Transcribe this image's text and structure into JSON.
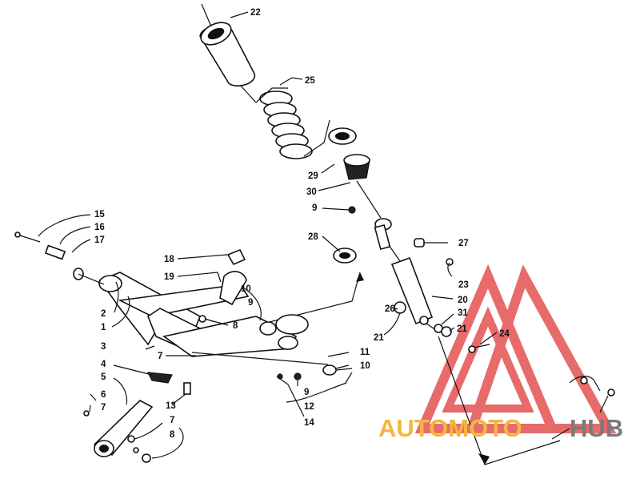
{
  "callouts": [
    {
      "id": "n22",
      "text": "22"
    },
    {
      "id": "n25",
      "text": "25"
    },
    {
      "id": "n29",
      "text": "29"
    },
    {
      "id": "n30",
      "text": "30"
    },
    {
      "id": "n9a",
      "text": "9"
    },
    {
      "id": "n28",
      "text": "28"
    },
    {
      "id": "n27",
      "text": "27"
    },
    {
      "id": "n23",
      "text": "23"
    },
    {
      "id": "n20",
      "text": "20"
    },
    {
      "id": "n31",
      "text": "31"
    },
    {
      "id": "n21a",
      "text": "21"
    },
    {
      "id": "n26",
      "text": "26"
    },
    {
      "id": "n21b",
      "text": "21"
    },
    {
      "id": "n24",
      "text": "24"
    },
    {
      "id": "n15",
      "text": "15"
    },
    {
      "id": "n16",
      "text": "16"
    },
    {
      "id": "n17",
      "text": "17"
    },
    {
      "id": "n18",
      "text": "18"
    },
    {
      "id": "n19",
      "text": "19"
    },
    {
      "id": "n10a",
      "text": "10"
    },
    {
      "id": "n9b",
      "text": "9"
    },
    {
      "id": "n8a",
      "text": "8"
    },
    {
      "id": "n2",
      "text": "2"
    },
    {
      "id": "n1",
      "text": "1"
    },
    {
      "id": "n3",
      "text": "3"
    },
    {
      "id": "n7a",
      "text": "7"
    },
    {
      "id": "n4",
      "text": "4"
    },
    {
      "id": "n5",
      "text": "5"
    },
    {
      "id": "n6",
      "text": "6"
    },
    {
      "id": "n7b",
      "text": "7"
    },
    {
      "id": "n13",
      "text": "13"
    },
    {
      "id": "n7c",
      "text": "7"
    },
    {
      "id": "n8b",
      "text": "8"
    },
    {
      "id": "n14",
      "text": "14"
    },
    {
      "id": "n12",
      "text": "12"
    },
    {
      "id": "n9c",
      "text": "9"
    },
    {
      "id": "n10b",
      "text": "10"
    },
    {
      "id": "n11",
      "text": "11"
    }
  ],
  "watermark": {
    "part1": "AUTOMOTO",
    "part2": "HUB",
    "color_red": "#e03a3a",
    "color_orange": "#f2b642",
    "color_gray": "#7a7a7a"
  }
}
